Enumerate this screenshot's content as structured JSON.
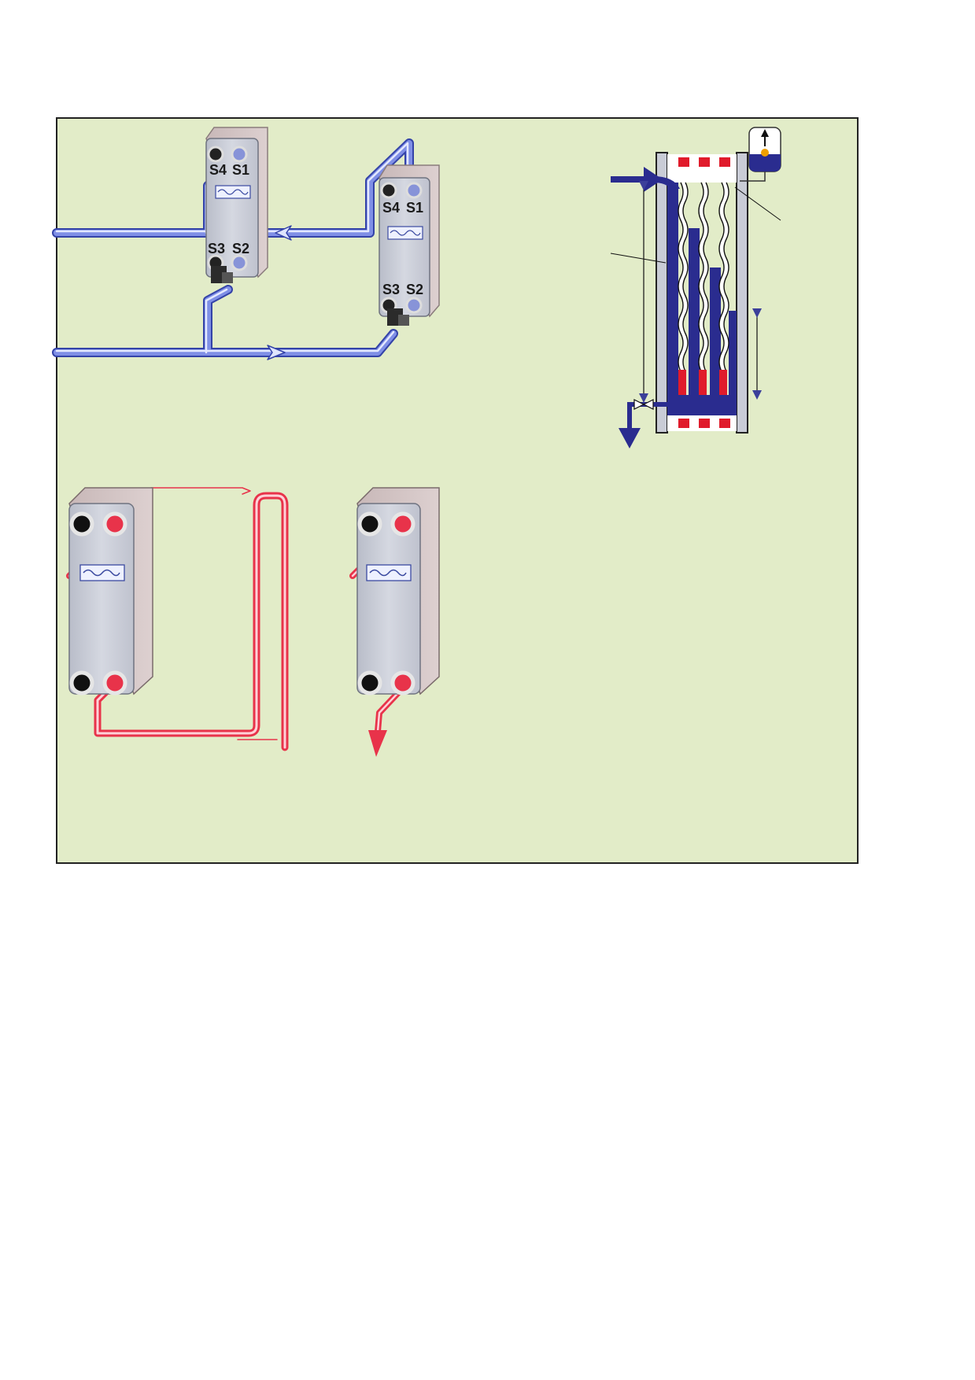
{
  "figure": {
    "background": "#e2ecc8",
    "border_color": "#222222",
    "colors": {
      "cold_pipe": "#5b6fd8",
      "cold_pipe_light": "#c9d2f5",
      "hot_pipe": "#e8334a",
      "hot_pipe_light": "#ffd1d8",
      "plate": "#c9ccd6",
      "plate_side": "#cdbfbf",
      "fluid_blue": "#2a2c8f",
      "fluid_red": "#e01b2b"
    }
  },
  "exchangers": {
    "top_left": {
      "port_tl": "S4",
      "port_tr": "S1",
      "port_bl": "S3",
      "port_br": "S2"
    },
    "top_right": {
      "port_tl": "S4",
      "port_tr": "S1",
      "port_bl": "S3",
      "port_br": "S2"
    }
  },
  "icons": {
    "logo": "alfa-laval-logo-icon",
    "valve": "valve-icon",
    "arrow": "flow-arrow-icon"
  }
}
